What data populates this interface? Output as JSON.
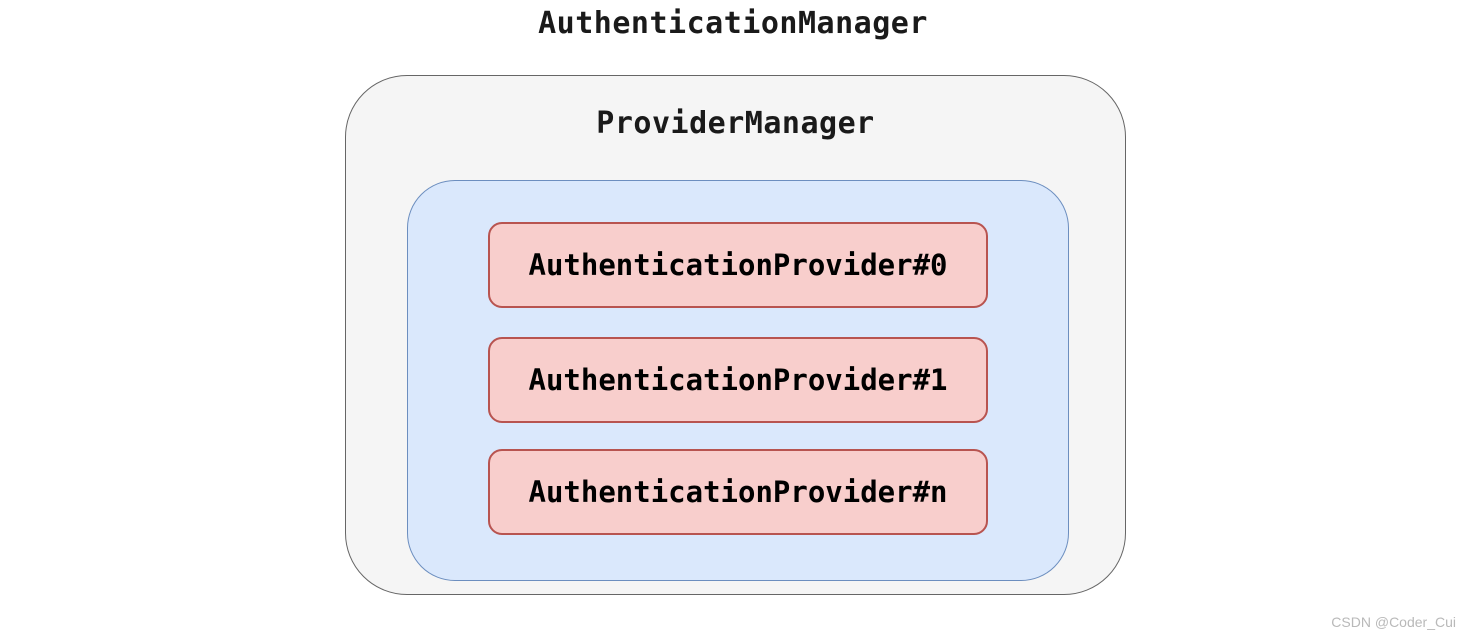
{
  "title": "AuthenticationManager",
  "provider_manager": {
    "label": "ProviderManager"
  },
  "providers": [
    {
      "label": "AuthenticationProvider#0"
    },
    {
      "label": "AuthenticationProvider#1"
    },
    {
      "label": "AuthenticationProvider#n"
    }
  ],
  "watermark": "CSDN @Coder_Cui",
  "colors": {
    "outer_box_background": "#f5f5f5",
    "outer_box_border": "#666666",
    "inner_box_background": "#dae8fc",
    "inner_box_border": "#6c8ebf",
    "provider_box_background": "#f8cecc",
    "provider_box_border": "#b85450",
    "text": "#1a1a1a",
    "watermark_text": "#b9b9b9"
  }
}
